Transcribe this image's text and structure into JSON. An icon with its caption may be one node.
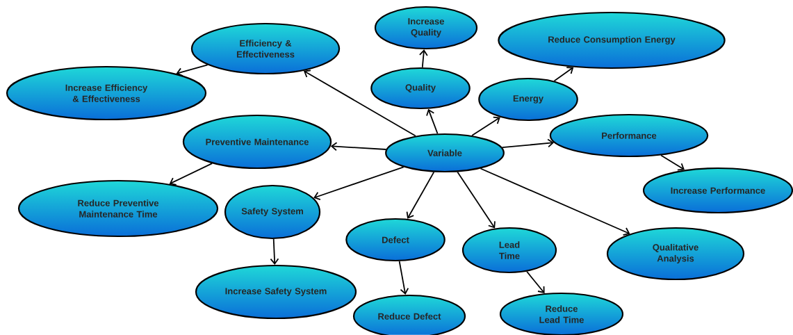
{
  "diagram": {
    "nodes": [
      {
        "text": [
          "Variable"
        ]
      },
      {
        "text": [
          "Efficiency & Effectiveness"
        ]
      },
      {
        "text": [
          "Increase Efficiency & Effectiveness"
        ]
      },
      {
        "text": [
          "Increase Quality"
        ]
      },
      {
        "text": [
          "Quality"
        ]
      },
      {
        "text": [
          "Energy"
        ]
      },
      {
        "text": [
          "Reduce Consumption Energy"
        ]
      },
      {
        "text": [
          "Performance"
        ]
      },
      {
        "text": [
          "Increase Performance"
        ]
      },
      {
        "text": [
          "Preventive Maintenance"
        ]
      },
      {
        "text": [
          "Reduce Preventive Maintenance Time"
        ]
      },
      {
        "text": [
          "Safety System"
        ]
      },
      {
        "text": [
          "Increase Safety System"
        ]
      },
      {
        "text": [
          "Defect"
        ]
      },
      {
        "text": [
          "Reduce Defect"
        ]
      },
      {
        "text": [
          "Lead Time"
        ]
      },
      {
        "text": [
          "Reduce Lead Time"
        ]
      },
      {
        "text": [
          "Qualitative Analysis"
        ]
      }
    ],
    "edges": [
      {
        "from": 0,
        "to": 1,
        "arrow": "to"
      },
      {
        "from": 1,
        "to": 2,
        "arrow": "to"
      },
      {
        "from": 0,
        "to": 4,
        "arrow": "to"
      },
      {
        "from": 4,
        "to": 3,
        "arrow": "to"
      },
      {
        "from": 0,
        "to": 5,
        "arrow": "to"
      },
      {
        "from": 5,
        "to": 6,
        "arrow": "to"
      },
      {
        "from": 0,
        "to": 7,
        "arrow": "to"
      },
      {
        "from": 7,
        "to": 8,
        "arrow": "to"
      },
      {
        "from": 0,
        "to": 9,
        "arrow": "to"
      },
      {
        "from": 9,
        "to": 10,
        "arrow": "to"
      },
      {
        "from": 0,
        "to": 11,
        "arrow": "to"
      },
      {
        "from": 11,
        "to": 12,
        "arrow": "to"
      },
      {
        "from": 0,
        "to": 13,
        "arrow": "to"
      },
      {
        "from": 13,
        "to": 14,
        "arrow": "to"
      },
      {
        "from": 0,
        "to": 15,
        "arrow": "to"
      },
      {
        "from": 15,
        "to": 16,
        "arrow": "to"
      },
      {
        "from": 0,
        "to": 17,
        "arrow": "to"
      }
    ]
  }
}
